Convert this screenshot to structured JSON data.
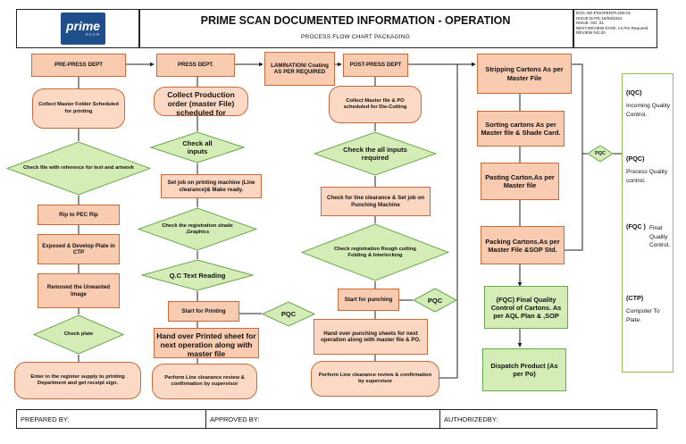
{
  "header": {
    "logo_text": "prime",
    "logo_sub": "SCAN",
    "title": "PRIME SCAN DOCUMENTED INFORMATION - OPERATION",
    "subtitle": "PROCESS FLOW CHART PACKAGING",
    "doc_info": [
      "DOC.NO.PS/OPER/FLOW-01",
      "ISSUE DATE:15/05/2024",
      "ISSUE. NO. 01",
      "NEXT.REVIEW DATE: As Per Required",
      "REVIEW NO.00"
    ]
  },
  "col1": {
    "head": "PRE-PRESS DEPT",
    "step1": "Collect Master Folder Scheduled for printing",
    "d1": "Check file with reference for text and artwork",
    "step2": "Rip to PEC Rip",
    "step3": "Exposed & Develop Plate in CTP",
    "step4": "Removed the Unwanted Image",
    "d2": "Check plate",
    "step5": "Enter in the register supply to printing Department and get receipt sign."
  },
  "col2": {
    "head": "PRESS DEPT.",
    "step1": "Collect Production order (master File) scheduled for",
    "d1": "Check all inputs",
    "step2": "Set job on printing machine (Line clearance)& Make ready.",
    "d2": "Check the registration shade ,Graphics",
    "d3": "Q.C Text Reading",
    "step3": "Start for Printing",
    "pqc": "PQC",
    "step4": "Hand over Printed sheet for next operation along with master file",
    "step5": "Perform Line clearance review & confirmation by supervisor"
  },
  "col3": {
    "lamination": "LAMINATION/ Coating AS PER REQUIRED",
    "head": "POST-PRESS DEPT",
    "step1": "Collect Master file & PO scheduled for Die-Cutting",
    "d1": "Check the all inputs required",
    "step2": "Check for line clearance & Set job on Punching Machine",
    "d2": "Check registration Rough cutting Folding & Interlocking",
    "step3": "Start for punching",
    "pqc": "PQC",
    "step4": "Hand over punching sheets for next operation along with master file & PO.",
    "step5": "Perform Line clearance review & confirmation by supervisor"
  },
  "col4": {
    "step1": "Stripping Cartons As per Master File",
    "step2": "Sorting cartons As per Master file & Shade Card.",
    "step3": "Pasting Carton.As per Master file",
    "step4": "Packing Cartons.As per Master File &SOP Std.",
    "pqc": "PQC",
    "step5": "(FQC) Final Quality Control of Cartons. As per AQL Plan & ,SOP",
    "step6": "Dispatch Product (As per Po)"
  },
  "legend": [
    {
      "term": "(IQC)",
      "desc": "Incoming Quality Control."
    },
    {
      "term": "(PQC)",
      "desc": "Process Quality control."
    },
    {
      "term": "(FQC )",
      "desc": "Final Quality Control."
    },
    {
      "term": "(CTP)",
      "desc": "Computer To Plate."
    }
  ],
  "footer": {
    "prepared": "PREPARED BY:",
    "approved": "APPROVED BY:",
    "authorized": "AUTHORIZEDBY:"
  },
  "colors": {
    "box_fill": "#f9cbb0",
    "box_border": "#c86a3a",
    "diamond_fill": "#d4ecb6",
    "diamond_border": "#6aa84f",
    "logo_blue": "#1f4e8c"
  }
}
